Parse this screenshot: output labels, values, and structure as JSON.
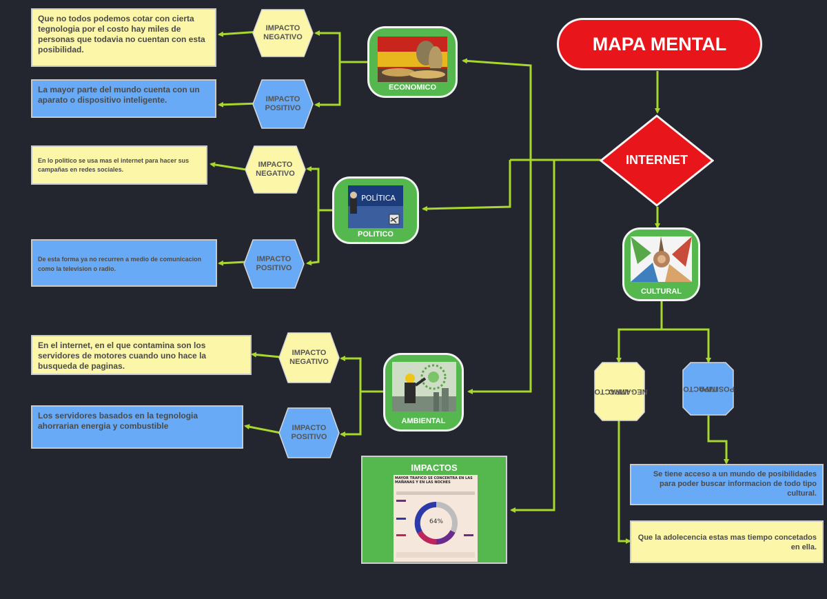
{
  "title": "MAPA MENTAL",
  "center": "INTERNET",
  "categories": {
    "economico": "ECONOMICO",
    "politico": "POLITICO",
    "ambiental": "AMBIENTAL",
    "cultural": "CULTURAL",
    "impactos": "IMPACTOS"
  },
  "impact_labels": {
    "negativo_line1": "IMPACTO",
    "negativo_line2": "NEGATIVO",
    "positivo_line1": "IMPACTO",
    "positivo_line2": "POSITIVO"
  },
  "image_text": {
    "politica": "POLÍTICA",
    "chart_header": "MAYOR TRÁFICO SE CONCENTRA EN LAS MAÑANAS Y EN LAS NOCHES",
    "chart_percent": "64%"
  },
  "texts": {
    "eco_neg": "Que no todos podemos cotar con cierta tegnologia por el costo hay miles de personas que todavia no cuentan con esta posibilidad.",
    "eco_pos": "La mayor parte del mundo cuenta con un aparato o dispositivo inteligente.",
    "pol_neg": "En lo politico se usa mas el internet para hacer sus campañas en redes sociales.",
    "pol_pos": "De esta forma ya no recurren a medio de comunicacion como la television o radio.",
    "amb_neg": "En el internet, en el que contamina son los servidores de motores cuando uno hace la busqueda de paginas.",
    "amb_pos": "Los servidores basados en la tegnologia ahorrarian energia y combustible",
    "cul_pos": "Se tiene acceso a un mundo de posibilidades para poder buscar informacion de todo tipo cultural.",
    "cul_neg": "Que la adolecencia estas mas tiempo concetados en ella."
  },
  "colors": {
    "background": "#23262e",
    "connector": "#a8d82d",
    "title_red": "#e8161b",
    "node_green": "#55b84f",
    "hex_yellow": "#fcf6a8",
    "hex_blue": "#68aaf6"
  }
}
